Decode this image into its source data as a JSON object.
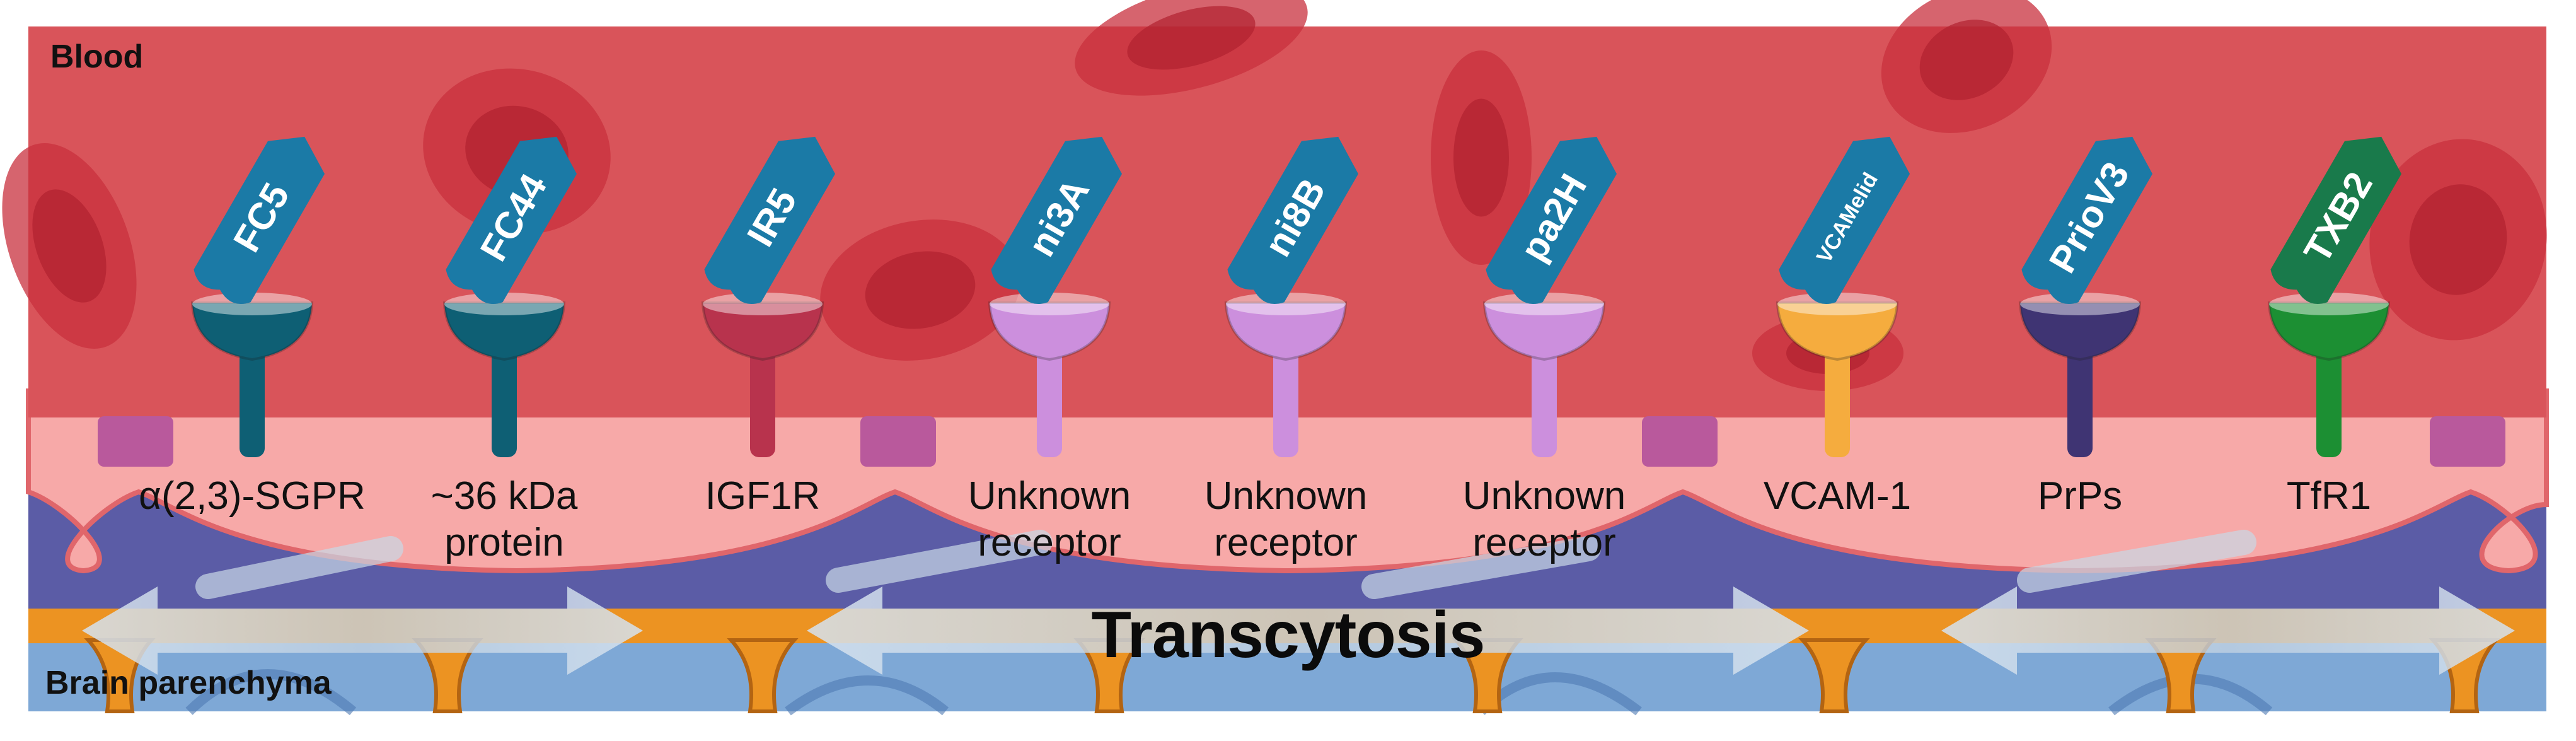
{
  "regions": {
    "blood": "Blood",
    "brain": "Brain parenchyma"
  },
  "process_label": "Transcytosis",
  "receptors": [
    {
      "antibody": "FC5",
      "name": "α(2,3)-SGPR",
      "name2": "",
      "color": "#0e5f74",
      "tag": "#1b7aa6"
    },
    {
      "antibody": "FC44",
      "name": "~36 kDa",
      "name2": "protein",
      "color": "#0e5f74",
      "tag": "#1b7aa6"
    },
    {
      "antibody": "IR5",
      "name": "IGF1R",
      "name2": "",
      "color": "#b8334d",
      "tag": "#1b7aa6"
    },
    {
      "antibody": "ni3A",
      "name": "Unknown",
      "name2": "receptor",
      "color": "#cc8fdd",
      "tag": "#1b7aa6"
    },
    {
      "antibody": "ni8B",
      "name": "Unknown",
      "name2": "receptor",
      "color": "#cc8fdd",
      "tag": "#1b7aa6"
    },
    {
      "antibody": "pa2H",
      "name": "Unknown",
      "name2": "receptor",
      "color": "#cc8fdd",
      "tag": "#1b7aa6"
    },
    {
      "antibody": "VCAMelid",
      "name": "VCAM-1",
      "name2": "",
      "color": "#f5ac3e",
      "tag": "#1b7aa6"
    },
    {
      "antibody": "PrioV3",
      "name": "PrPs",
      "name2": "",
      "color": "#3f3473",
      "tag": "#1b7aa6"
    },
    {
      "antibody": "TXB2",
      "name": "TfR1",
      "name2": "",
      "color": "#1c8f33",
      "tag": "#197a4b"
    }
  ],
  "colors": {
    "blood": "#d9545a",
    "cell": "#f7a9a8",
    "nucleus": "#5b5ca6",
    "astrocyte": "#ec9322",
    "parenchyma": "#7ea8d6",
    "junction": "#b9599c",
    "arrow": "#c9d8e6"
  }
}
